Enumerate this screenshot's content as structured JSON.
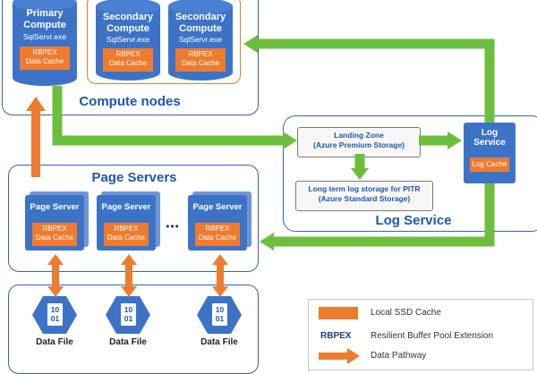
{
  "compute": {
    "title": "Compute nodes",
    "primary": {
      "title_line1": "Primary",
      "title_line2": "Compute",
      "exe": "SqlServr.exe",
      "cache_line1": "RBPEX",
      "cache_line2": "Data Cache"
    },
    "secondaries": [
      {
        "title_line1": "Secondary",
        "title_line2": "Compute",
        "exe": "SqlServr.exe",
        "cache_line1": "RBPEX",
        "cache_line2": "Data Cache"
      },
      {
        "title_line1": "Secondary",
        "title_line2": "Compute",
        "exe": "SqlServr.exe",
        "cache_line1": "RBPEX",
        "cache_line2": "Data Cache"
      }
    ]
  },
  "log_service": {
    "title": "Log Service",
    "landing_zone_line1": "Landing Zone",
    "landing_zone_line2": "(Azure Premium Storage)",
    "long_term_line1": "Long term log storage for PITR",
    "long_term_line2": "(Azure Standard Storage)",
    "node_line1": "Log",
    "node_line2": "Service",
    "node_cache": "Log Cache"
  },
  "page_servers": {
    "title": "Page Servers",
    "ellipsis": "•••",
    "servers": [
      {
        "title": "Page Server",
        "cache_line1": "RBPEX",
        "cache_line2": "Data Cache"
      },
      {
        "title": "Page Server",
        "cache_line1": "RBPEX",
        "cache_line2": "Data Cache"
      },
      {
        "title": "Page Server",
        "cache_line1": "RBPEX",
        "cache_line2": "Data Cache"
      }
    ]
  },
  "data_files": [
    {
      "glyph_line1": "10",
      "glyph_line2": "01",
      "label": "Data File"
    },
    {
      "glyph_line1": "10",
      "glyph_line2": "01",
      "label": "Data File"
    },
    {
      "glyph_line1": "10",
      "glyph_line2": "01",
      "label": "Data File"
    }
  ],
  "legend": {
    "items": [
      {
        "key": "",
        "text": "Local SSD Cache"
      },
      {
        "key": "RBPEX",
        "text": "Resilient Buffer Pool Extension"
      },
      {
        "key": "",
        "text": "Data Pathway"
      }
    ]
  },
  "colors": {
    "blue": "#3d73c7",
    "title_blue": "#1f56b2",
    "orange": "#ef7b2e",
    "green": "#6cbf3c",
    "panel_border": "#2f64b4"
  }
}
